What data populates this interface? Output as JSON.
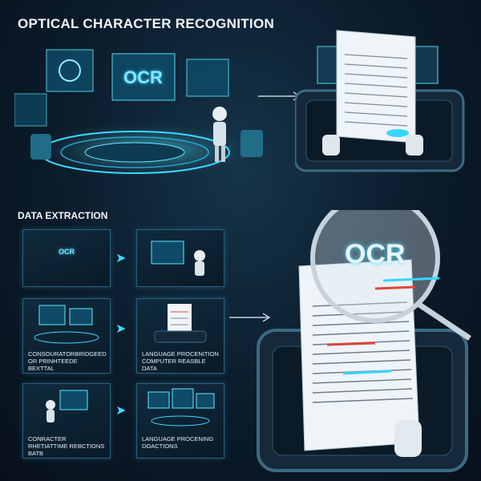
{
  "header": {
    "title": "OPTICAL CHARACTER RECOGNITION",
    "section_title": "DATA EXTRACTION"
  },
  "hero": {
    "screen_label": "OCR"
  },
  "magnifier": {
    "label": "OCR"
  },
  "panels": [
    {
      "mini_label": "OCR",
      "caption": ""
    },
    {
      "mini_label": "",
      "caption": ""
    },
    {
      "mini_label": "",
      "caption": "CONSOURATORBRIDGEED OR PRINHTEEDE BEXTTAL"
    },
    {
      "mini_label": "",
      "caption": "LANGUAGE PROCENITION COMPUTER REASBLE DATA"
    },
    {
      "mini_label": "",
      "caption": "CONRACTER RHETIATTIME REBCTIONS BATB"
    },
    {
      "mini_label": "",
      "caption": "LANGUAGE PROCENING DOACTIONS"
    }
  ],
  "colors": {
    "accent": "#3fd8ff",
    "highlight_red": "#e0463a",
    "highlight_cyan": "#38d6ff"
  }
}
